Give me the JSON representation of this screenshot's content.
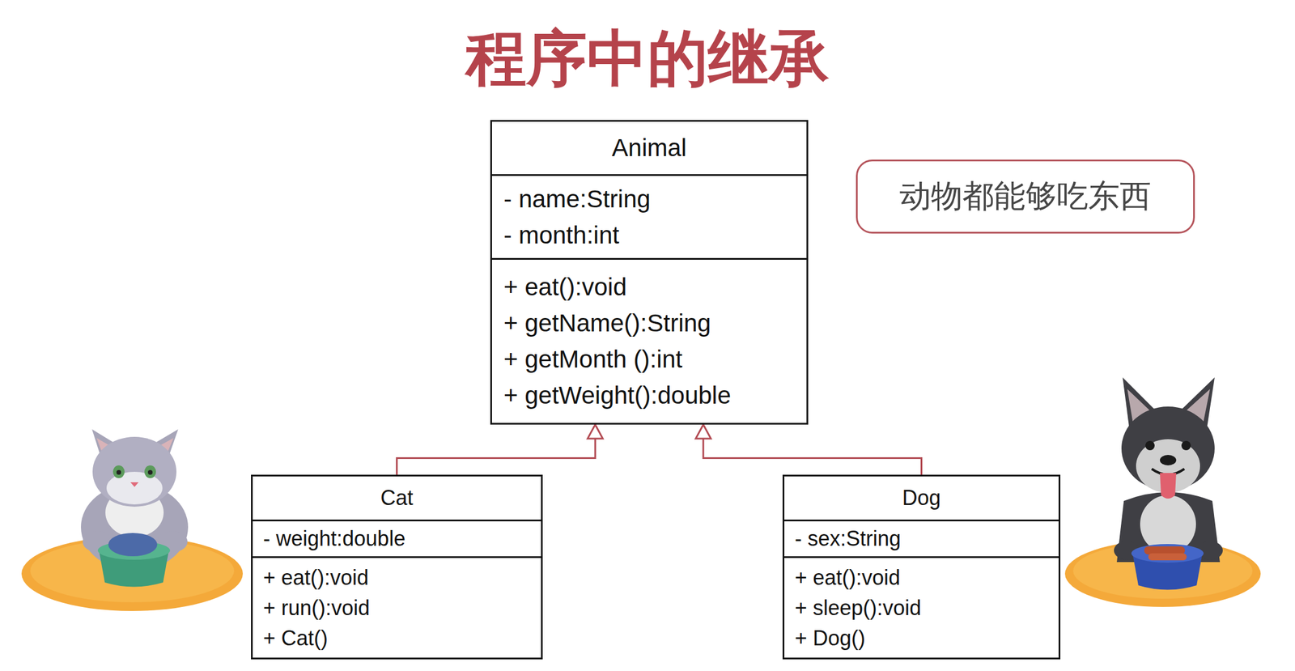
{
  "diagram": {
    "title": "程序中的继承",
    "nodes": [
      {
        "text": [
          "Animal",
          "- name:String",
          "- month:int",
          "+ eat():void",
          "+ getName():String",
          "+ getMonth ():int",
          "+ getWeight():double"
        ]
      },
      {
        "text": [
          "动物都能够吃东西"
        ]
      },
      {
        "text": [
          "Cat",
          "- weight:double",
          "+ eat():void",
          "+ run():void",
          "+ Cat()"
        ]
      },
      {
        "text": [
          "Dog",
          "- sex:String",
          "+ eat():void",
          "+ sleep():void",
          "+ Dog()"
        ]
      }
    ],
    "edges": [
      {
        "from": 2,
        "to": 0,
        "arrow": "to"
      },
      {
        "from": 3,
        "to": 0,
        "arrow": "to"
      }
    ]
  }
}
